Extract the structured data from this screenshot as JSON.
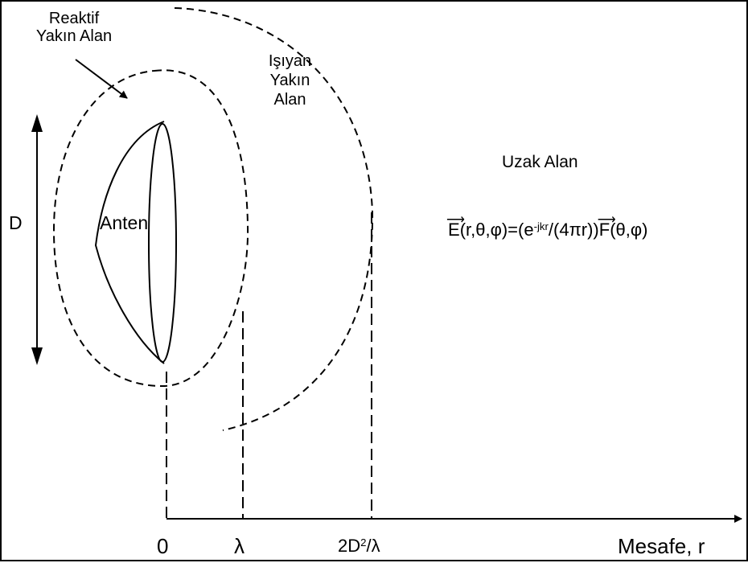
{
  "regions": {
    "reactive_near": [
      "Reaktif",
      "Yakın Alan"
    ],
    "radiating_near": [
      "Işıyan",
      "Yakın",
      "Alan"
    ],
    "far_field": "Uzak Alan"
  },
  "antenna_label": "Anten",
  "dimension_label": "D",
  "formula": {
    "E": "E",
    "args": "(r,θ,φ)=(e",
    "exp": "-jkr",
    "middle": "/(4πr))",
    "F": "F",
    "tail": "(θ,φ)"
  },
  "axis": {
    "ticks": {
      "zero": "0",
      "lambda": "λ",
      "far_pre": "2D",
      "far_sup": "2",
      "far_post": "/λ"
    },
    "label": "Mesafe, r"
  },
  "colors": {
    "line": "#000000",
    "background": "#ffffff"
  }
}
